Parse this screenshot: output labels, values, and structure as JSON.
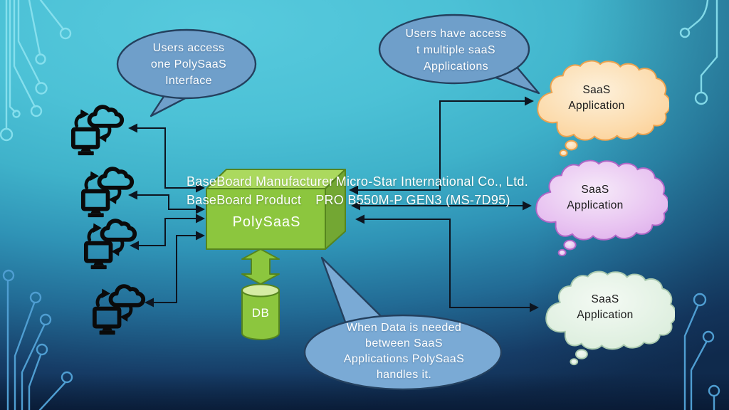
{
  "slide": {
    "callouts": {
      "left": {
        "lines": [
          "Users access",
          "one PolySaaS",
          "Interface"
        ],
        "fill": "#6f9fca",
        "stroke": "#24405e"
      },
      "top": {
        "lines": [
          "Users have access",
          "t multiple saaS",
          "Applications"
        ],
        "fill": "#6f9fca",
        "stroke": "#24405e"
      },
      "bottom": {
        "lines": [
          "When Data is needed",
          "between SaaS",
          "Applications PolySaaS",
          "handles it."
        ],
        "fill": "#7aaad5",
        "stroke": "#24405e"
      }
    },
    "polysaas_box": {
      "label": "PolySaaS",
      "fill": "#8cc63e"
    },
    "spec_overlay": {
      "line1_label": "BaseBoard Manufacturer",
      "line1_value": "Micro-Star International Co., Ltd.",
      "line2_label": "BaseBoard Product",
      "line2_value": "PRO B550M-P GEN3 (MS-7D95)"
    },
    "database": {
      "label": "DB",
      "fill": "#8cc63e"
    },
    "saas_clouds": [
      {
        "lines": [
          "SaaS",
          "Application"
        ],
        "fill": "#fbce92",
        "stroke": "#eda24e"
      },
      {
        "lines": [
          "SaaS",
          "Application"
        ],
        "fill": "#ddadea",
        "stroke": "#b066c6"
      },
      {
        "lines": [
          "SaaS",
          "Application"
        ],
        "fill": "#d9ecda",
        "stroke": "#a9c9ae"
      }
    ],
    "workstations": {
      "count": 4,
      "icon": "monitor-cloud-sync-icon"
    },
    "colors": {
      "background_top": "#52c6da",
      "background_bottom": "#102c50",
      "connector": "#0d1520",
      "circuit_light": "#8ce3f0",
      "circuit_dark": "#4f9ed2"
    }
  }
}
